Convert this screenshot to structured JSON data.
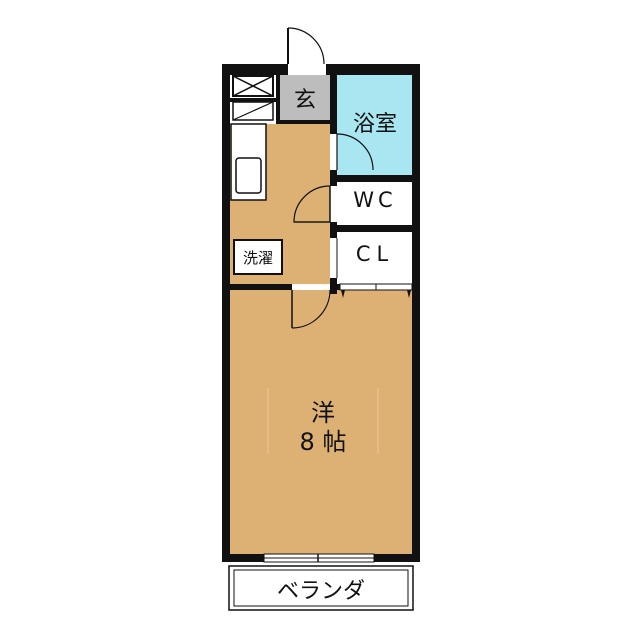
{
  "colors": {
    "wood_floor": "#ddb073",
    "bath_tile": "#a8e6f2",
    "entry_tile": "#bdbdbd",
    "wall": "#111111",
    "background": "#ffffff"
  },
  "rooms": {
    "entrance": "玄",
    "bathroom": "浴室",
    "toilet": "WC",
    "closet": "CL",
    "laundry": "洗濯",
    "western_room_type": "洋",
    "western_room_size": "8 帖",
    "balcony": "ベランダ"
  }
}
